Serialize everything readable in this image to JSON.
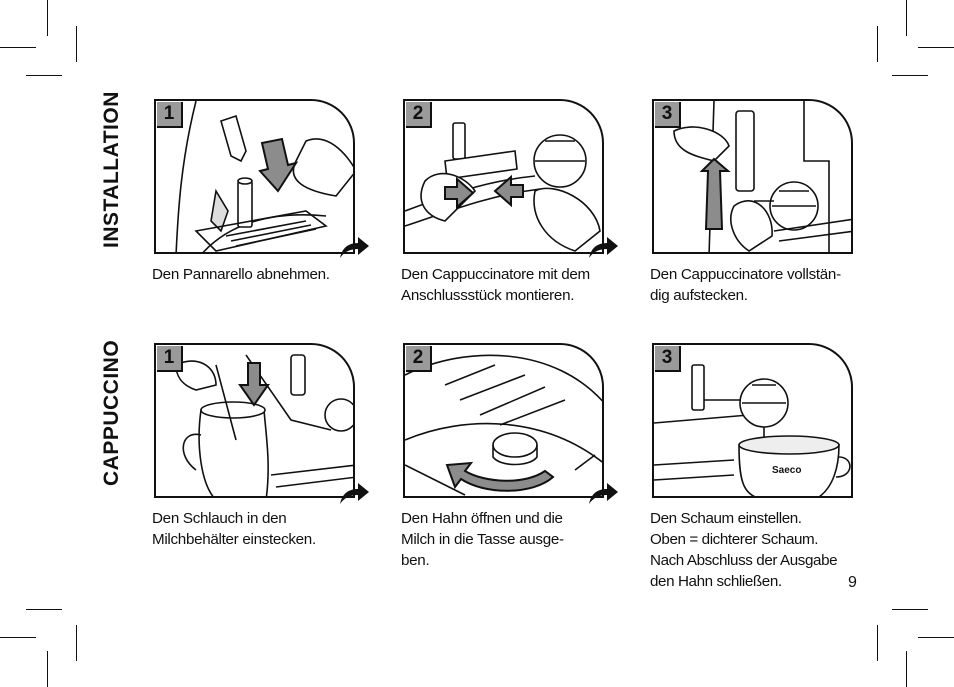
{
  "sections": [
    {
      "label": "INSTALLATION",
      "steps": [
        {
          "number": "1",
          "caption": "Den Pannarello abnehmen."
        },
        {
          "number": "2",
          "caption": "Den Cappuccinatore mit dem\nAnschlussstück montieren."
        },
        {
          "number": "3",
          "caption": "Den Cappuccinatore vollstän-\ndig aufstecken."
        }
      ]
    },
    {
      "label": "CAPPUCCINO",
      "steps": [
        {
          "number": "1",
          "caption": "Den Schlauch in den\nMilchbehälter einstecken."
        },
        {
          "number": "2",
          "caption": "Den Hahn öffnen und die\nMilch in die Tasse ausge-\nben."
        },
        {
          "number": "3",
          "caption": "Den Schaum einstellen.\nOben = dichterer Schaum.\nNach Abschluss der Ausgabe\nden Hahn schließen."
        }
      ]
    }
  ],
  "page_number": "9",
  "illustration_marks": {
    "cup_brand": "Saeco"
  },
  "colors": {
    "ink": "#111111",
    "badge": "#9a9a9a",
    "arrow_fill": "#8c8c8c",
    "paper": "#ffffff"
  }
}
